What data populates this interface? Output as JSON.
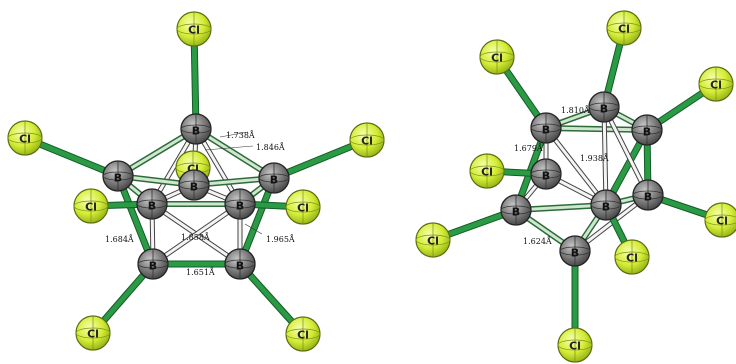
{
  "atoms": {
    "boron": "B",
    "chlorine": "Cl"
  },
  "colors": {
    "bond_green": "#2a9a45",
    "bond_light": "#cfe6cf",
    "boron_fill": "#7a7a7a",
    "chlorine_fill": "#d8ee3a"
  },
  "left_structure": {
    "distance_labels": [
      "1.738Å",
      "1.846Å",
      "1.684Å",
      "1.858Å",
      "1.965Å",
      "1.651Å"
    ]
  },
  "right_structure": {
    "distance_labels": [
      "1.810Å",
      "1.679Å",
      "1.938Å",
      "1.624Å"
    ]
  }
}
